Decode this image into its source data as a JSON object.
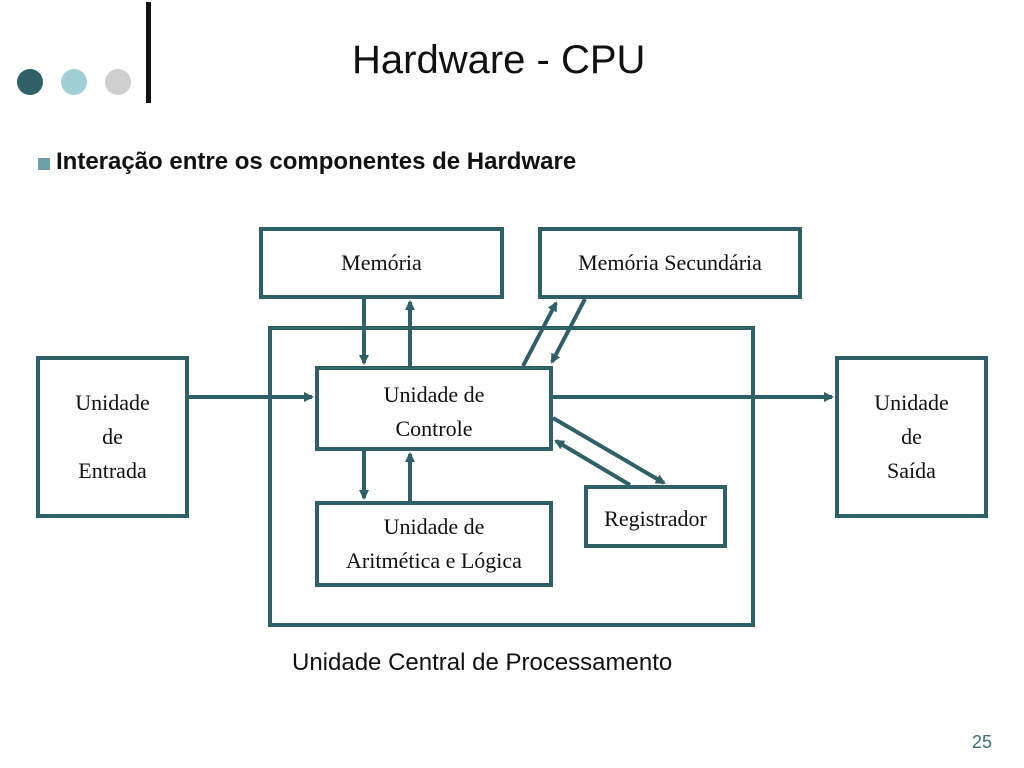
{
  "slide": {
    "title": "Hardware - CPU",
    "bullet": "Interação entre os componentes de Hardware",
    "page_number": "25"
  },
  "diagram": {
    "memoria": "Memória",
    "memoria_secundaria": "Memória Secundária",
    "unidade_entrada": "Unidade\nde\nEntrada",
    "unidade_controle": "Unidade de\nControle",
    "unidade_saida": "Unidade\nde\nSaída",
    "ula": "Unidade de\nAritmética e Lógica",
    "registrador": "Registrador",
    "cpu_caption": "Unidade Central de Processamento"
  },
  "colors": {
    "accent": "#2f5f67",
    "dot_dark": "#2f5f67",
    "dot_light": "#9fcfd4",
    "dot_gray": "#cfcfcf",
    "bullet": "#6aa0a7"
  }
}
